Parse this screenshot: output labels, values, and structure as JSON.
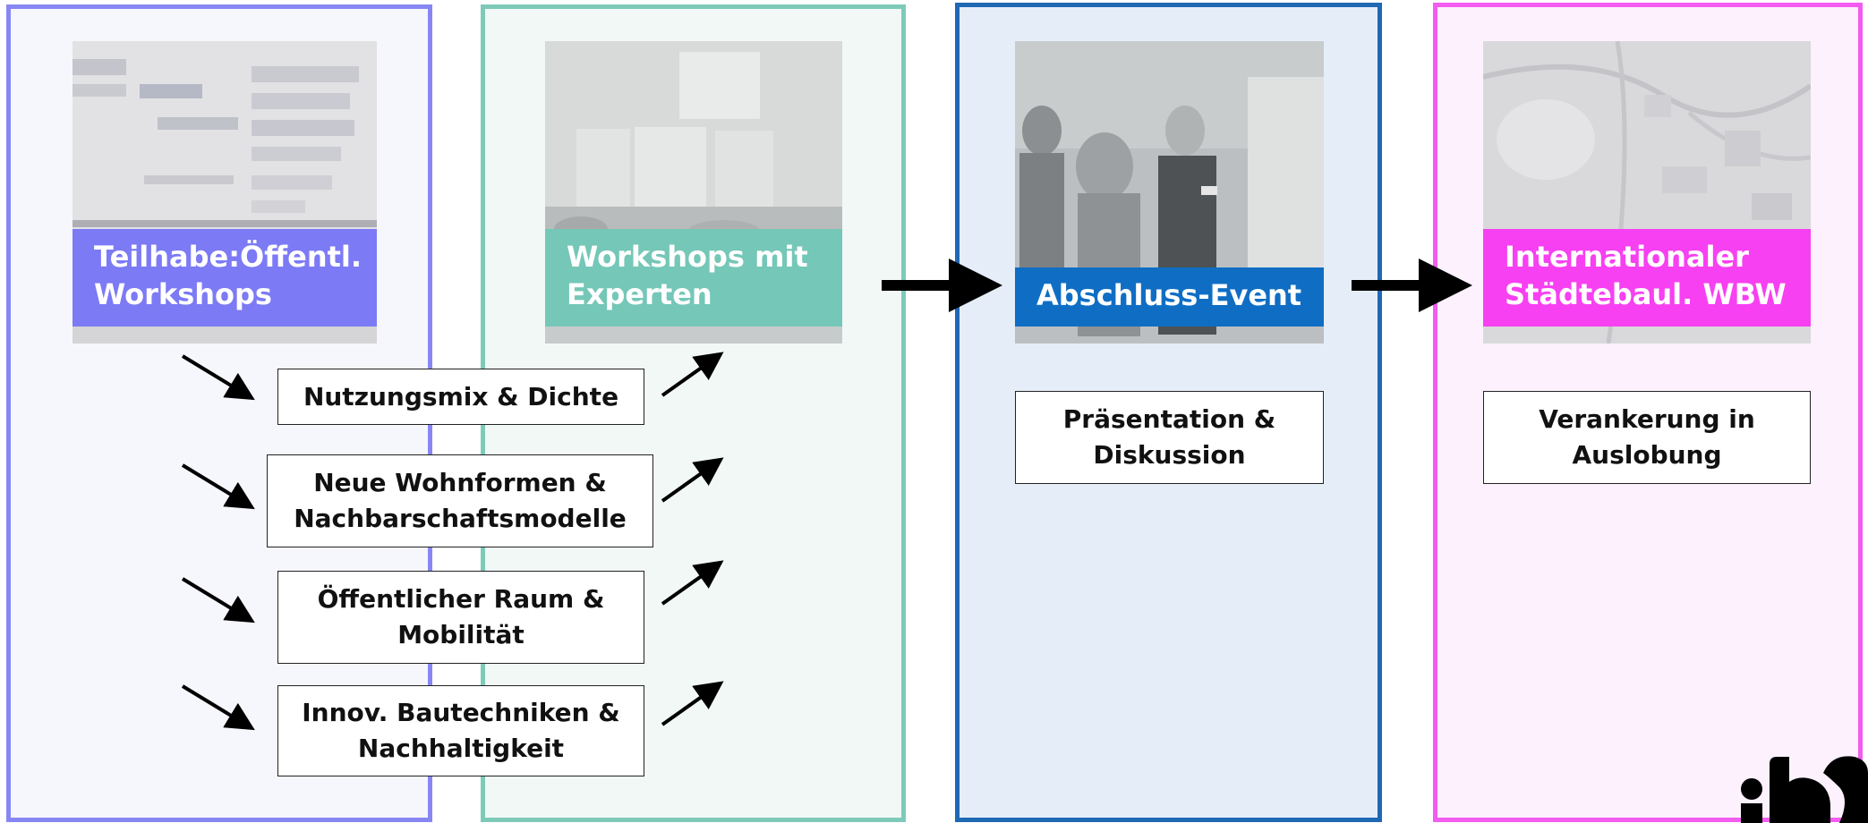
{
  "colors": {
    "participation": "#7c7af5",
    "experts": "#75c7b7",
    "event": "#0f6ec4",
    "competition": "#f740f1"
  },
  "stages": [
    {
      "title_line1": "Teilhabe:Öffentl.",
      "title_line2": "Workshops"
    },
    {
      "title_line1": "Workshops mit",
      "title_line2": "Experten"
    },
    {
      "title_line1": "Abschluss-Event",
      "result_line1": "Präsentation &",
      "result_line2": "Diskussion"
    },
    {
      "title_line1": "Internationaler",
      "title_line2": "Städtebaul. WBW",
      "result_line1": "Verankerung in",
      "result_line2": "Auslobung"
    }
  ],
  "topics": [
    {
      "line1": "Nutzungsmix & Dichte"
    },
    {
      "line1": "Neue Wohnformen &",
      "line2": "Nachbarschaftsmodelle"
    },
    {
      "line1": "Öffentlicher Raum &",
      "line2": "Mobilität"
    },
    {
      "line1": "Innov. Bautechniken &",
      "line2": "Nachhaltigkeit"
    }
  ],
  "logo": {
    "name": "iba-logo"
  }
}
